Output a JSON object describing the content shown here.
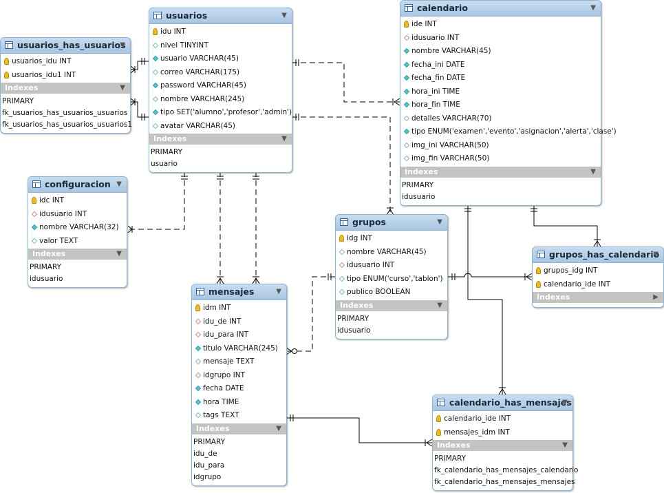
{
  "tables": {
    "usuarios_has_usuarios": {
      "name": "usuarios_has_usuarios",
      "columns": [
        {
          "text": "usuarios_idu INT",
          "icon": "key"
        },
        {
          "text": "usuarios_idu1 INT",
          "icon": "key"
        }
      ],
      "indexes_label": "Indexes",
      "indexes": [
        "PRIMARY",
        "fk_usuarios_has_usuarios_usuarios",
        "fk_usuarios_has_usuarios_usuarios1"
      ]
    },
    "usuarios": {
      "name": "usuarios",
      "columns": [
        {
          "text": "idu INT",
          "icon": "key"
        },
        {
          "text": "nivel TINYINT",
          "icon": "col-plain"
        },
        {
          "text": "usuario VARCHAR(45)",
          "icon": "nn"
        },
        {
          "text": "correo VARCHAR(175)",
          "icon": "col-plain"
        },
        {
          "text": "password VARCHAR(45)",
          "icon": "nn"
        },
        {
          "text": "nombre VARCHAR(245)",
          "icon": "col-plain"
        },
        {
          "text": "tipo SET('alumno','profesor','admin')",
          "icon": "nn"
        },
        {
          "text": "avatar VARCHAR(45)",
          "icon": "col-plain"
        }
      ],
      "indexes_label": "Indexes",
      "indexes": [
        "PRIMARY",
        "usuario"
      ]
    },
    "calendario": {
      "name": "calendario",
      "columns": [
        {
          "text": "ide INT",
          "icon": "key"
        },
        {
          "text": "idusuario INT",
          "icon": "fk"
        },
        {
          "text": "nombre VARCHAR(45)",
          "icon": "nn"
        },
        {
          "text": "fecha_ini DATE",
          "icon": "nn"
        },
        {
          "text": "fecha_fin DATE",
          "icon": "nn"
        },
        {
          "text": "hora_ini TIME",
          "icon": "nn"
        },
        {
          "text": "hora_fin TIME",
          "icon": "nn"
        },
        {
          "text": "detalles VARCHAR(70)",
          "icon": "col-plain"
        },
        {
          "text": "tipo ENUM('examen','evento','asignacion','alerta','clase')",
          "icon": "nn"
        },
        {
          "text": "img_ini VARCHAR(50)",
          "icon": "col-plain"
        },
        {
          "text": "img_fin VARCHAR(50)",
          "icon": "col-plain"
        }
      ],
      "indexes_label": "Indexes",
      "indexes": [
        "PRIMARY",
        "idusuario"
      ]
    },
    "configuracion": {
      "name": "configuracion",
      "columns": [
        {
          "text": "idc INT",
          "icon": "key"
        },
        {
          "text": "idusuario INT",
          "icon": "fk"
        },
        {
          "text": "nombre VARCHAR(32)",
          "icon": "nn"
        },
        {
          "text": "valor TEXT",
          "icon": "col-plain"
        }
      ],
      "indexes_label": "Indexes",
      "indexes": [
        "PRIMARY",
        "idusuario"
      ]
    },
    "grupos": {
      "name": "grupos",
      "columns": [
        {
          "text": "idg INT",
          "icon": "key"
        },
        {
          "text": "nombre VARCHAR(45)",
          "icon": "col-plain"
        },
        {
          "text": "idusuario INT",
          "icon": "fk"
        },
        {
          "text": "tipo ENUM('curso','tablon')",
          "icon": "col-plain"
        },
        {
          "text": "publico BOOLEAN",
          "icon": "col-plain"
        }
      ],
      "indexes_label": "Indexes",
      "indexes": [
        "PRIMARY",
        "idusuario"
      ]
    },
    "grupos_has_calendario": {
      "name": "grupos_has_calendario",
      "columns": [
        {
          "text": "grupos_idg INT",
          "icon": "key"
        },
        {
          "text": "calendario_ide INT",
          "icon": "key"
        }
      ],
      "indexes_label": "Indexes",
      "indexes": []
    },
    "mensajes": {
      "name": "mensajes",
      "columns": [
        {
          "text": "idm INT",
          "icon": "key"
        },
        {
          "text": "idu_de INT",
          "icon": "fk"
        },
        {
          "text": "idu_para INT",
          "icon": "fk"
        },
        {
          "text": "titulo VARCHAR(245)",
          "icon": "nn"
        },
        {
          "text": "mensaje TEXT",
          "icon": "col-plain"
        },
        {
          "text": "idgrupo INT",
          "icon": "fk"
        },
        {
          "text": "fecha DATE",
          "icon": "nn"
        },
        {
          "text": "hora TIME",
          "icon": "nn"
        },
        {
          "text": "tags TEXT",
          "icon": "col-plain"
        }
      ],
      "indexes_label": "Indexes",
      "indexes": [
        "PRIMARY",
        "idu_de",
        "idu_para",
        "idgrupo"
      ]
    },
    "calendario_has_mensajes": {
      "name": "calendario_has_mensajes",
      "columns": [
        {
          "text": "calendario_ide INT",
          "icon": "key"
        },
        {
          "text": "mensajes_idm INT",
          "icon": "key"
        }
      ],
      "indexes_label": "Indexes",
      "indexes": [
        "PRIMARY",
        "fk_calendario_has_mensajes_calendario",
        "fk_calendario_has_mensajes_mensajes"
      ]
    }
  },
  "colors": {
    "header": "#a8c6e2",
    "indexes_bar": "#c3c3c3",
    "link_line": "#000000"
  }
}
